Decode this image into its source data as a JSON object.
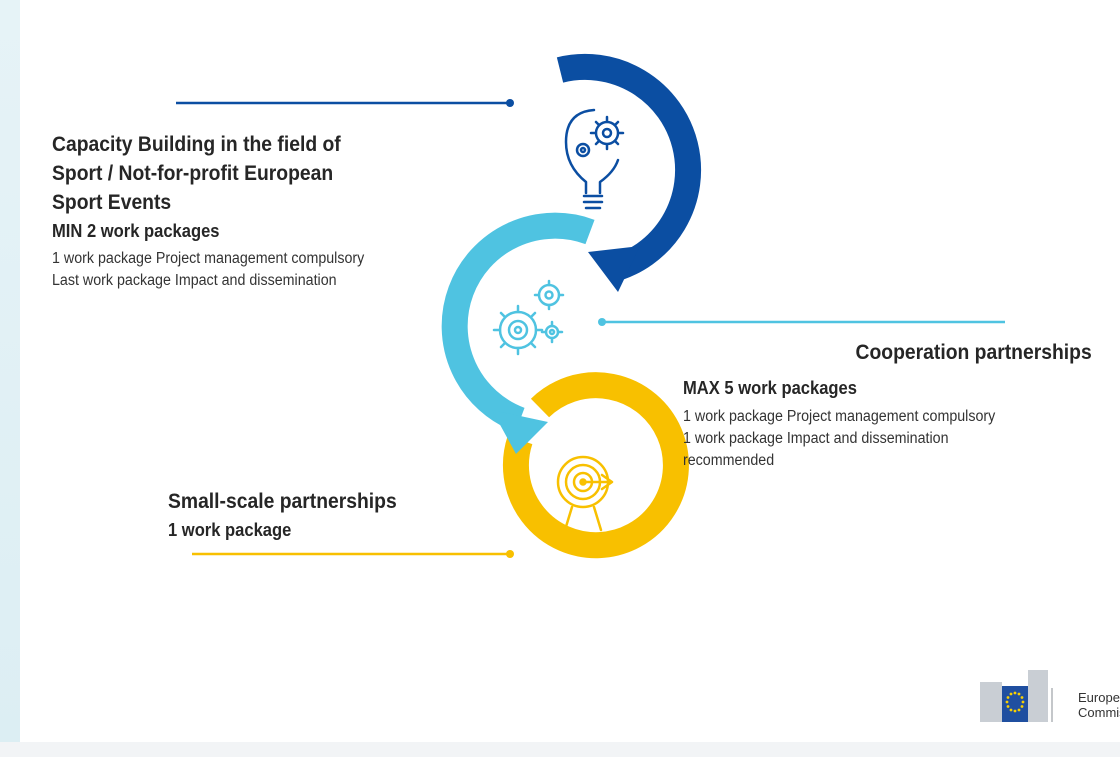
{
  "capacity": {
    "title_lines": [
      "Capacity Building in the field of",
      "Sport / Not-for-profit European",
      "Sport Events"
    ],
    "subtitle": "MIN 2 work packages",
    "lines": [
      "1 work package Project management compulsory",
      "Last work package Impact and dissemination"
    ]
  },
  "cooperation": {
    "title": "Cooperation partnerships",
    "subtitle": "MAX 5 work packages",
    "lines": [
      "1 work package Project management compulsory",
      "1 work package Impact and dissemination",
      "recommended"
    ]
  },
  "small": {
    "title": "Small-scale partnerships",
    "subtitle": "1 work package"
  },
  "icons": {
    "top": "lightbulb-gear-icon",
    "middle": "gears-icon",
    "bottom": "target-arrow-icon"
  },
  "logo": {
    "lines": [
      "European",
      "Commission"
    ]
  },
  "colors": {
    "dark_blue": "#0b4ea2",
    "light_blue": "#4fc3e1",
    "yellow": "#f8c000"
  }
}
